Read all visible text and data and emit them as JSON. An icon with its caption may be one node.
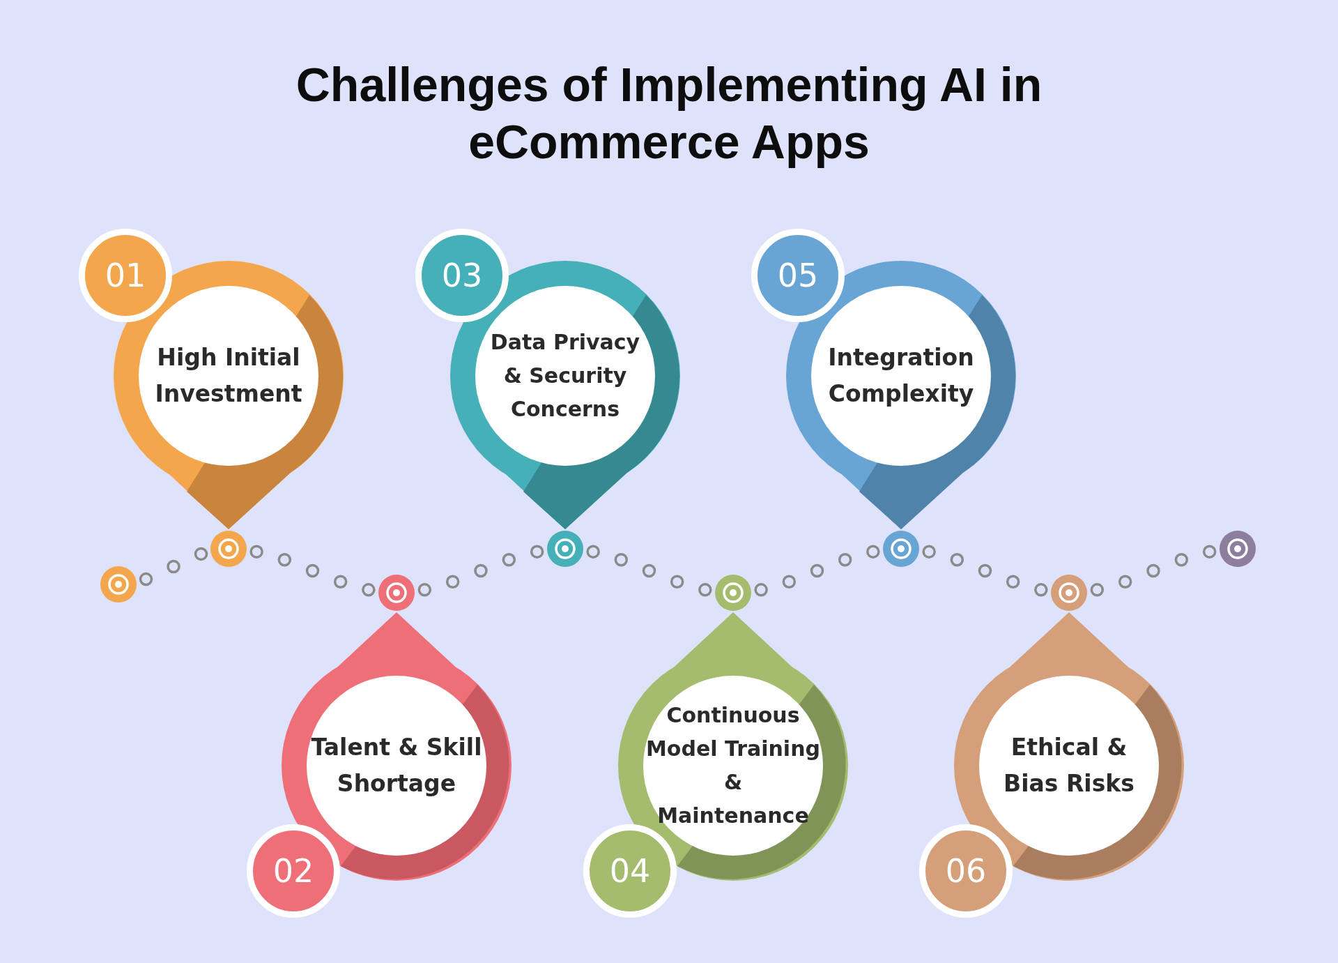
{
  "diagram": {
    "title": "Challenges of Implementing AI in eCommerce Apps",
    "nodes": [
      {
        "text": [
          "01",
          "High Initial Investment"
        ]
      },
      {
        "text": [
          "Talent & Skill Shortage",
          "02"
        ]
      },
      {
        "text": [
          "03",
          "Data Privacy & Security Concerns"
        ]
      },
      {
        "text": [
          "Continuous Model Training & Maintenance",
          "04"
        ]
      },
      {
        "text": [
          "05",
          "Integration Complexity"
        ]
      },
      {
        "text": [
          "Ethical & Bias Risks",
          "06"
        ]
      }
    ]
  }
}
